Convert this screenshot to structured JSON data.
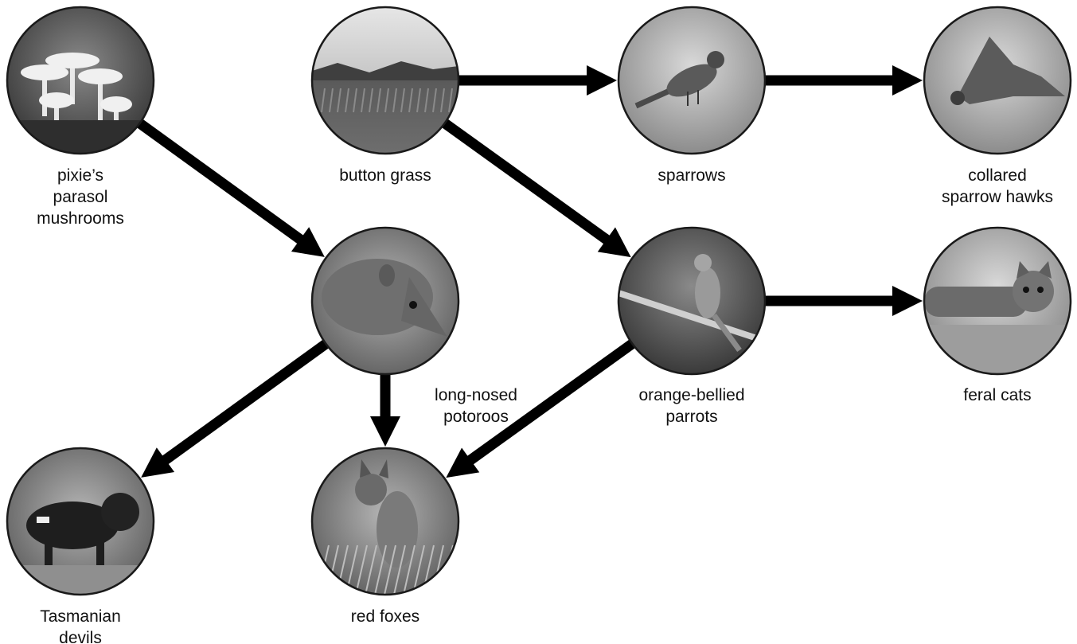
{
  "colors": {
    "arrow": "#000000",
    "ring": "#1a1a1a",
    "label": "#111111"
  },
  "organisms": [
    {
      "id": "mushrooms",
      "label_lines": [
        "pixie’s",
        "parasol",
        "mushrooms"
      ],
      "icon": "mushroom-cluster-icon"
    },
    {
      "id": "grass",
      "label_lines": [
        "button grass"
      ],
      "icon": "grassland-icon"
    },
    {
      "id": "sparrows",
      "label_lines": [
        "sparrows"
      ],
      "icon": "sparrow-icon"
    },
    {
      "id": "hawks",
      "label_lines": [
        "collared",
        "sparrow hawks"
      ],
      "icon": "hawk-icon"
    },
    {
      "id": "potoroos",
      "label_lines": [
        "long-nosed",
        "potoroos"
      ],
      "icon": "potoroo-icon"
    },
    {
      "id": "parrots",
      "label_lines": [
        "orange-bellied",
        "parrots"
      ],
      "icon": "parrot-icon"
    },
    {
      "id": "cats",
      "label_lines": [
        "feral cats"
      ],
      "icon": "cat-icon"
    },
    {
      "id": "devils",
      "label_lines": [
        "Tasmanian",
        "devils"
      ],
      "icon": "tasmanian-devil-icon"
    },
    {
      "id": "foxes",
      "label_lines": [
        "red foxes"
      ],
      "icon": "fox-icon"
    }
  ],
  "arrows": [
    {
      "from": "grass",
      "to": "sparrows"
    },
    {
      "from": "sparrows",
      "to": "hawks"
    },
    {
      "from": "mushrooms",
      "to": "potoroos"
    },
    {
      "from": "grass",
      "to": "parrots"
    },
    {
      "from": "parrots",
      "to": "cats"
    },
    {
      "from": "potoroos",
      "to": "devils"
    },
    {
      "from": "potoroos",
      "to": "foxes"
    },
    {
      "from": "parrots",
      "to": "foxes"
    }
  ]
}
